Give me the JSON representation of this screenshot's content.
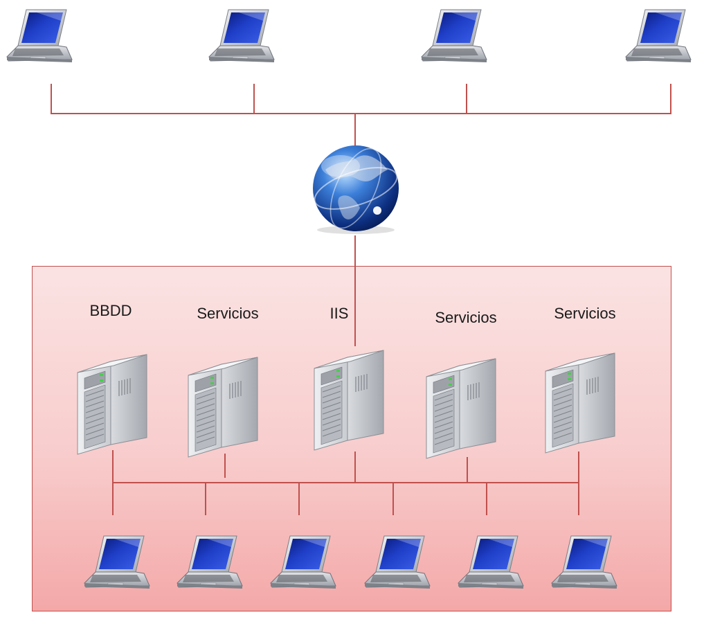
{
  "servers": [
    {
      "label": "BBDD"
    },
    {
      "label": "Servicios"
    },
    {
      "label": "IIS"
    },
    {
      "label": "Servicios"
    },
    {
      "label": "Servicios"
    }
  ],
  "colors": {
    "link_line": "#c0504d",
    "lan_zone_fill": "#f8cccc",
    "lan_zone_border": "#c0504d"
  },
  "icons": {
    "remote_client": "laptop-icon",
    "network": "globe-icon",
    "server": "server-tower-icon",
    "local_client": "laptop-icon"
  }
}
